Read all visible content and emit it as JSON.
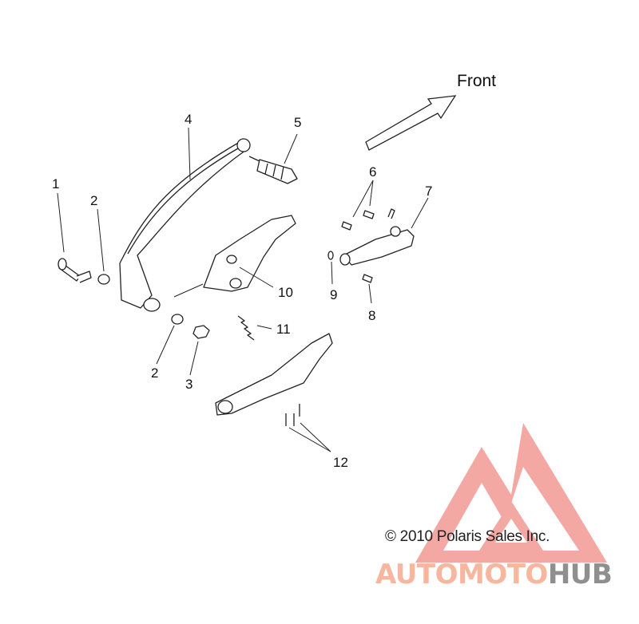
{
  "diagram": {
    "direction_label": "Front",
    "copyright": "© 2010 Polaris Sales Inc.",
    "callouts": [
      "1",
      "2",
      "2",
      "3",
      "4",
      "5",
      "6",
      "7",
      "8",
      "9",
      "10",
      "11",
      "12"
    ]
  },
  "watermark": {
    "brand_part1": "AUTO",
    "brand_part2": "MOTO",
    "brand_part3": "HUB",
    "colors": {
      "primary": "#f08080",
      "light": "#f7b69e",
      "grey": "#8f8f8f"
    }
  }
}
